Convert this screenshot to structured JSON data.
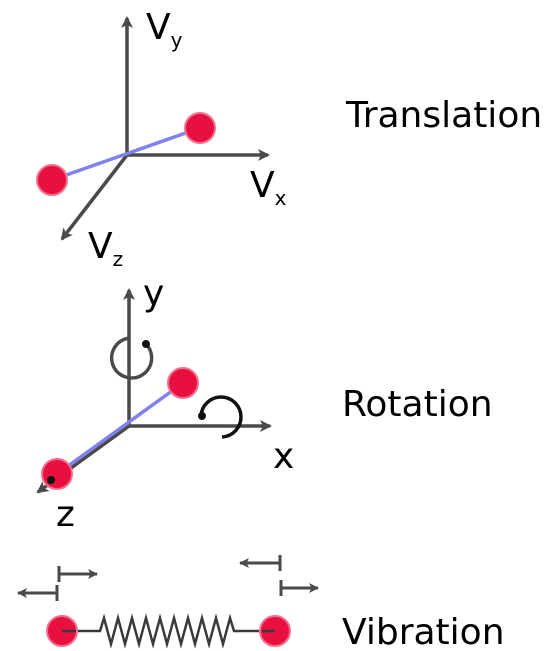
{
  "colors": {
    "axis": "#4a4a4a",
    "bond": "#8080ee",
    "atom": "#e8103f",
    "atom_edge": "#f2708f",
    "text": "#000000"
  },
  "translation": {
    "title": "Translation",
    "vy": {
      "main": "V",
      "sub": "y"
    },
    "vx": {
      "main": "V",
      "sub": "x"
    },
    "vz": {
      "main": "V",
      "sub": "z"
    }
  },
  "rotation": {
    "title": "Rotation",
    "y_label": "y",
    "x_label": "x",
    "z_label": "z"
  },
  "vibration": {
    "title": "Vibration"
  }
}
